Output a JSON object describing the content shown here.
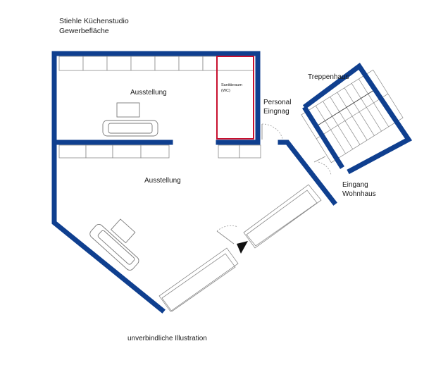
{
  "title": {
    "line1": "Stiehle Küchenstudio",
    "line2": "Gewerbefläche"
  },
  "rooms": {
    "ausstellung_upper": "Ausstellung",
    "ausstellung_lower": "Ausstellung",
    "sanitaer_line1": "Sanitärraum",
    "sanitaer_line2": "(WC)",
    "treppenhaus": "Treppenhaus"
  },
  "entrances": {
    "personal_line1": "Personal",
    "personal_line2": "Eingnag",
    "wohnhaus_line1": "Eingang",
    "wohnhaus_line2": "Wohnhaus"
  },
  "footer": {
    "disclaimer": "unverbindliche Illustration"
  },
  "colors": {
    "wall": "#0f3f8f",
    "sanitary_outline": "#c8102e",
    "thin_line": "#8a8a8a",
    "background": "#ffffff"
  }
}
